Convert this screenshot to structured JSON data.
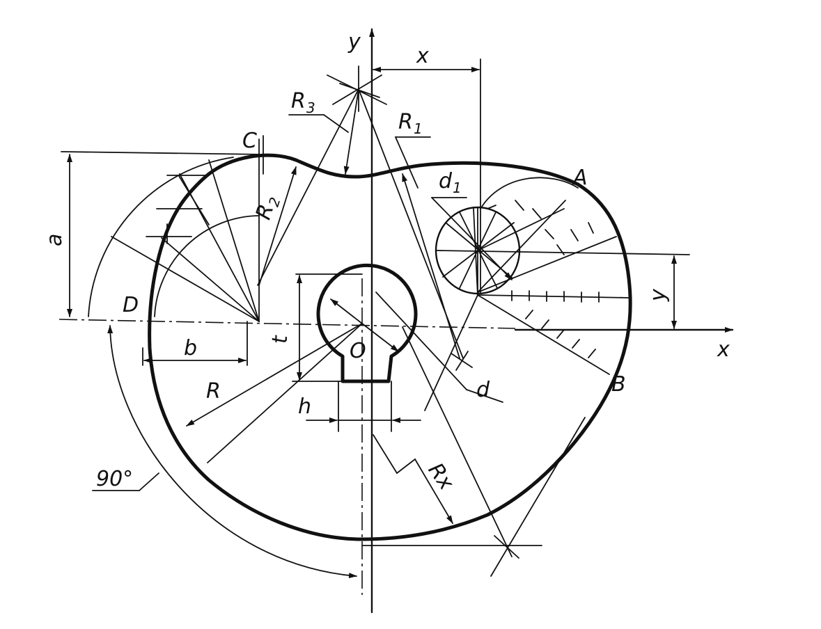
{
  "labels": {
    "axis_y": "y",
    "axis_x": "x",
    "dim_x": "x",
    "dim_y": "y",
    "r3": "R",
    "r3_sub": "3",
    "r1": "R",
    "r1_sub": "1",
    "r2": "R",
    "r2_sub": "2",
    "d1": "d",
    "d1_sub": "1",
    "point_a": "A",
    "point_b": "B",
    "point_c": "C",
    "point_d": "D",
    "dim_a": "a",
    "dim_b": "b",
    "dim_t": "t",
    "dim_r": "R",
    "origin": "O",
    "dim_d": "d",
    "dim_h": "h",
    "dim_rx": "Rx",
    "angle": "90°"
  }
}
